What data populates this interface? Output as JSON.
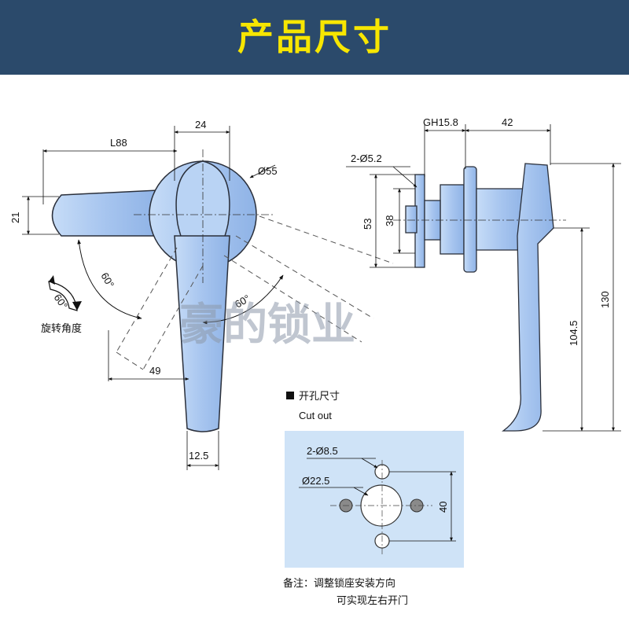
{
  "header": {
    "title": "产品尺寸",
    "bg": "#2b4a6b",
    "title_color": "#f7e600"
  },
  "dims": {
    "d24": "24",
    "l88": "L88",
    "d55": "Ø55",
    "d21": "21",
    "a60_left": "60°",
    "a60_right": "60°",
    "a60_icon": "60°",
    "d49": "49",
    "d12_5": "12.5",
    "gh": "GH15.8",
    "d42": "42",
    "holes_5_2": "2-Ø5.2",
    "d53": "53",
    "d38": "38",
    "d104_5": "104.5",
    "d130": "130"
  },
  "rotation_label": "旋转角度",
  "cutout": {
    "title_cn": "开孔尺寸",
    "title_en": "Cut out",
    "holes": "2-Ø8.5",
    "center": "Ø22.5",
    "span": "40",
    "bg": "#cfe3f7"
  },
  "note": {
    "line1": "备注：调整锁座安装方向",
    "line2": "可实现左右开门"
  },
  "watermark": "豪的锁业",
  "colors": {
    "part_fill": "#a9c8f0",
    "part_stroke": "#2a2f3a"
  }
}
